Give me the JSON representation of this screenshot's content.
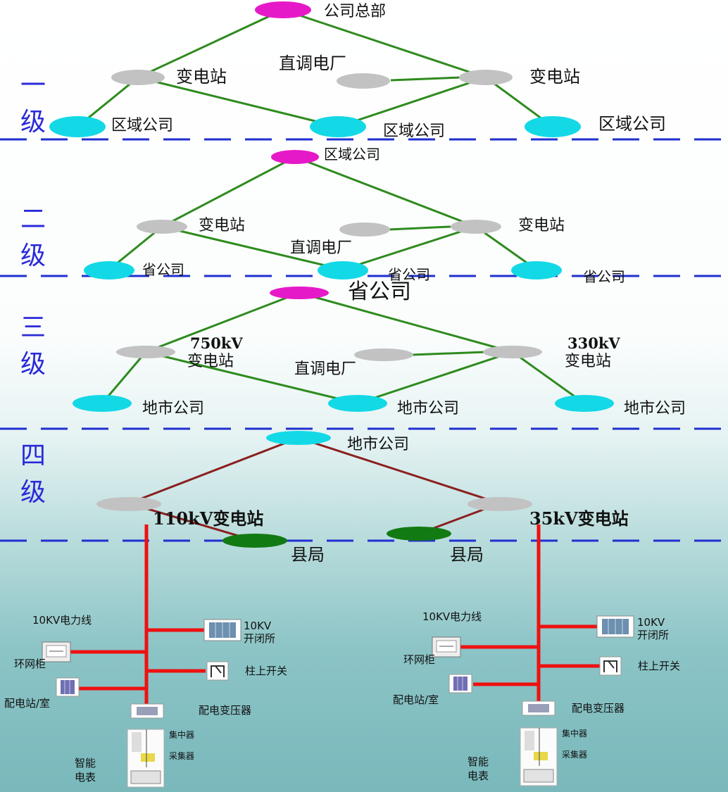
{
  "colors": {
    "hq": "#e619c8",
    "substation": "#c2c2c2",
    "company": "#13d9e6",
    "county": "#127a12",
    "green_link": "#2e8b1e",
    "dark_red_link": "#8b1f1f",
    "feeder": "#ee1111",
    "divider": "#1f2fd0",
    "level_text": "#2a2ad8"
  },
  "levels": [
    {
      "line1": "一",
      "line2": "级"
    },
    {
      "line1": "二",
      "line2": "级"
    },
    {
      "line1": "三",
      "line2": "级"
    },
    {
      "line1": "四",
      "line2": "级"
    }
  ],
  "level1": {
    "top": "公司总部",
    "sub_left": "变电站",
    "plant": "直调电厂",
    "sub_right": "变电站",
    "co_left": "区域公司",
    "co_mid": "区域公司",
    "co_right": "区域公司"
  },
  "level2": {
    "top": "区域公司",
    "sub_left": "变电站",
    "plant": "直调电厂",
    "sub_right": "变电站",
    "co_left": "省公司",
    "co_mid": "省公司",
    "co_right": "省公司"
  },
  "level3": {
    "top": "省公司",
    "sub_left_kv": "750kV",
    "sub_left": "变电站",
    "plant": "直调电厂",
    "sub_right_kv": "330kV",
    "sub_right": "变电站",
    "co_left": "地市公司",
    "co_mid": "地市公司",
    "co_right": "地市公司"
  },
  "level4": {
    "top": "地市公司",
    "sub_left": "110kV变电站",
    "sub_right": "35kV变电站",
    "county_left": "县局",
    "county_right": "县局"
  },
  "distribution": [
    {
      "line": "10KV电力线",
      "switch_station_1": "10KV",
      "switch_station_2": "开闭所",
      "ring_main": "环网柜",
      "pole_switch": "柱上开关",
      "dist_room": "配电站/室",
      "transformer": "配电变压器",
      "concentrator": "集中器",
      "collector": "采集器",
      "meter_1": "智能",
      "meter_2": "电表"
    },
    {
      "line": "10KV电力线",
      "switch_station_1": "10KV",
      "switch_station_2": "开闭所",
      "ring_main": "环网柜",
      "pole_switch": "柱上开关",
      "dist_room": "配电站/室",
      "transformer": "配电变压器",
      "concentrator": "集中器",
      "collector": "采集器",
      "meter_1": "智能",
      "meter_2": "电表"
    }
  ]
}
